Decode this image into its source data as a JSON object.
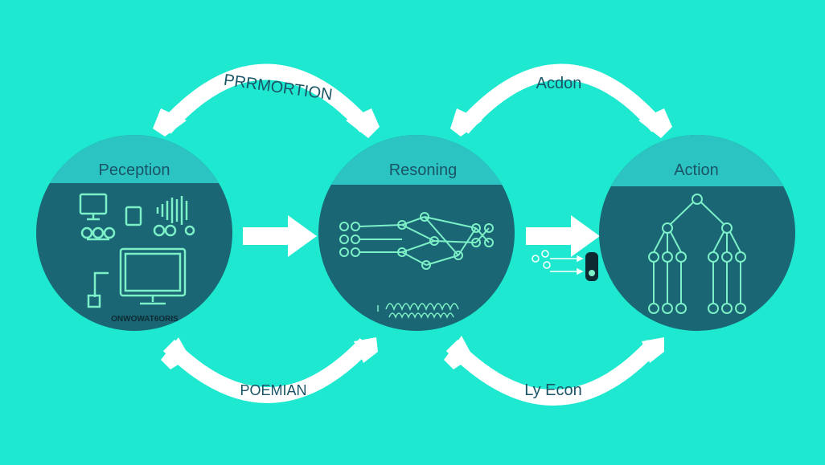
{
  "colors": {
    "background": "#1ee8cf",
    "circle_fill": "#1a6675",
    "header_band": "#2cc4c2",
    "arrow": "#ffffff",
    "icon_line": "#7cf0c6",
    "label_text": "#1a5466"
  },
  "stages": [
    {
      "name": "perception",
      "title": "Peception",
      "caption": "ONWOWAT6ORIS"
    },
    {
      "name": "reasoning",
      "title": "Resoning",
      "caption": ""
    },
    {
      "name": "action",
      "title": "Action",
      "caption": ""
    }
  ],
  "loop_labels": {
    "top_left": "PRRMORTION",
    "top_right": "Acdon",
    "bottom_left": "POEMIAN",
    "bottom_right": "Ly Econ"
  },
  "icons": {
    "perception": [
      "monitor-icon",
      "phone-icon",
      "waveform-icon",
      "chain-link-icon",
      "large-monitor-icon",
      "cable-plug-icon"
    ],
    "reasoning": [
      "node-grid-icon",
      "neural-network-icon",
      "scribble-text-icon"
    ],
    "action": [
      "decision-tree-icon"
    ],
    "connector": [
      "sensor-icon",
      "remote-icon"
    ]
  }
}
